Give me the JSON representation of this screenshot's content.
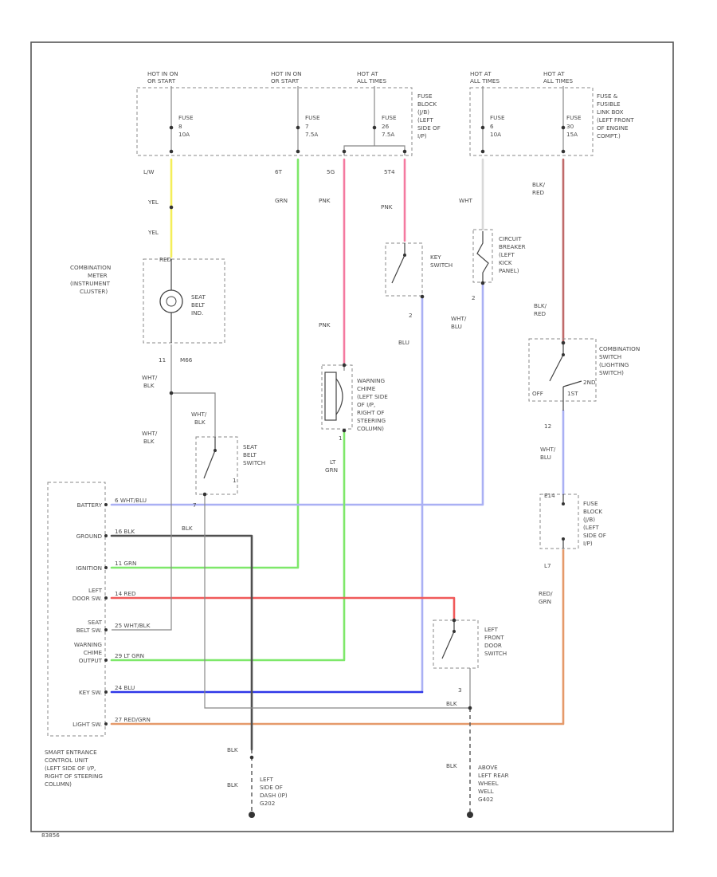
{
  "colors": {
    "yellow": "#f4ee5a",
    "green": "#7ee86a",
    "pink": "#f47aa0",
    "red": "#f05a5a",
    "violet": "#aab0f4",
    "blue": "#2f37e8",
    "gray": "#b4b4b4",
    "dark": "#505050",
    "black": "#222222",
    "brown": "#c06a6a",
    "orange": "#e59a6a",
    "white_wire": "#d8d8d8"
  },
  "top_labels": {
    "hot1": [
      "HOT IN ON",
      "OR START"
    ],
    "hot2": [
      "HOT IN ON",
      "OR START"
    ],
    "hot3": [
      "HOT AT",
      "ALL TIMES"
    ],
    "hot4": [
      "HOT AT",
      "ALL TIMES"
    ],
    "hot5": [
      "HOT AT",
      "ALL TIMES"
    ]
  },
  "fuses": {
    "f1": [
      "FUSE",
      "8",
      "10A"
    ],
    "f2": [
      "FUSE",
      "7",
      "7.5A"
    ],
    "f3": [
      "FUSE",
      "26",
      "7.5A"
    ],
    "f4": [
      "FUSE",
      "6",
      "10A"
    ],
    "f5": [
      "FUSE",
      "30",
      "15A"
    ]
  },
  "fuse_block_label": [
    "FUSE",
    "BLOCK",
    "(J/B)",
    "(LEFT",
    "SIDE OF",
    "I/P)"
  ],
  "fusible_link_label": [
    "FUSE &",
    "FUSIBLE",
    "LINK BOX",
    "(LEFT FRONT",
    "OF ENGINE",
    "COMPT.)"
  ],
  "wire_labels": {
    "lw": "L/W",
    "yel1": "YEL",
    "yel2": "YEL",
    "n2": "6T",
    "grn": "GRN",
    "n3": "5G",
    "pnk1": "PNK",
    "n4": "5T4",
    "pnk2": "PNK",
    "wht": "WHT",
    "blk_red1": [
      "BLK/",
      "RED"
    ],
    "blk_red2": [
      "BLK/",
      "RED"
    ],
    "pnk3": "PNK",
    "blu": "BLU",
    "wht_blu1": [
      "WHT/",
      "BLU"
    ],
    "wht_blu2": [
      "WHT/",
      "BLU"
    ],
    "wht_blk1": [
      "WHT/",
      "BLK"
    ],
    "wht_blk2": [
      "WHT/",
      "BLK"
    ],
    "wht_blk3": [
      "WHT/",
      "BLK"
    ],
    "lt_grn": [
      "LT",
      "GRN"
    ],
    "red_grn": [
      "RED/",
      "GRN"
    ],
    "n11": "11",
    "m66": "M66",
    "blk_mid": "BLK",
    "blk_g1": "BLK",
    "blk_g2": "BLK",
    "blk_g3": "BLK",
    "blk_g4": "BLK",
    "n12": "12",
    "n2b": "2",
    "n2c": "2",
    "n1": "1",
    "n1b": "1",
    "n7": "7",
    "n3b": "3",
    "e14": "E14",
    "l7": "L7",
    "p_red": "RED"
  },
  "components": {
    "combo_meter": [
      "COMBINATION",
      "METER",
      "(INSTRUMENT",
      "CLUSTER)"
    ],
    "seat_belt_ind": [
      "SEAT",
      "BELT",
      "IND."
    ],
    "key_switch": [
      "KEY",
      "SWITCH"
    ],
    "circuit_breaker": [
      "CIRCUIT",
      "BREAKER",
      "(LEFT",
      "KICK",
      "PANEL)"
    ],
    "warning_chime": [
      "WARNING",
      "CHIME",
      "(LEFT SIDE",
      "OF I/P,",
      "RIGHT OF",
      "STEERING",
      "COLUMN)"
    ],
    "seat_belt_switch": [
      "SEAT",
      "BELT",
      "SWITCH"
    ],
    "combo_switch": [
      "COMBINATION",
      "SWITCH",
      "(LIGHTING",
      "SWITCH)"
    ],
    "off": "OFF",
    "first": "1ST",
    "second": "2ND",
    "fuse_block2": [
      "FUSE",
      "BLOCK",
      "(J/B)",
      "(LEFT",
      "SIDE OF",
      "I/P)"
    ],
    "left_front_door": [
      "LEFT",
      "FRONT",
      "DOOR",
      "SWITCH"
    ],
    "smart_unit": [
      "SMART ENTRANCE",
      "CONTROL UNIT",
      "(LEFT SIDE OF I/P,",
      "RIGHT OF STEERING",
      "COLUMN)"
    ],
    "ground1": [
      "LEFT",
      "SIDE OF",
      "DASH (IP)",
      "G202"
    ],
    "ground2": [
      "ABOVE",
      "LEFT REAR",
      "WHEEL",
      "WELL",
      "G402"
    ]
  },
  "unit_pins": [
    {
      "label": [
        "BATTERY"
      ],
      "wire": "WHT/BLU",
      "pin": "6"
    },
    {
      "label": [
        "GROUND"
      ],
      "wire": "BLK",
      "pin": "16"
    },
    {
      "label": [
        "IGNITION"
      ],
      "wire": "GRN",
      "pin": "11"
    },
    {
      "label": [
        "LEFT",
        "DOOR SW."
      ],
      "wire": "RED",
      "pin": "14"
    },
    {
      "label": [
        "SEAT",
        "BELT SW."
      ],
      "wire": "WHT/BLK",
      "pin": "25"
    },
    {
      "label": [
        "WARNING",
        "CHIME",
        "OUTPUT"
      ],
      "wire": "LT GRN",
      "pin": "29"
    },
    {
      "label": [
        "KEY SW."
      ],
      "wire": "BLU",
      "pin": "24"
    },
    {
      "label": [
        "LIGHT SW."
      ],
      "wire": "RED/GRN",
      "pin": "27"
    }
  ],
  "corner_code": "83856"
}
